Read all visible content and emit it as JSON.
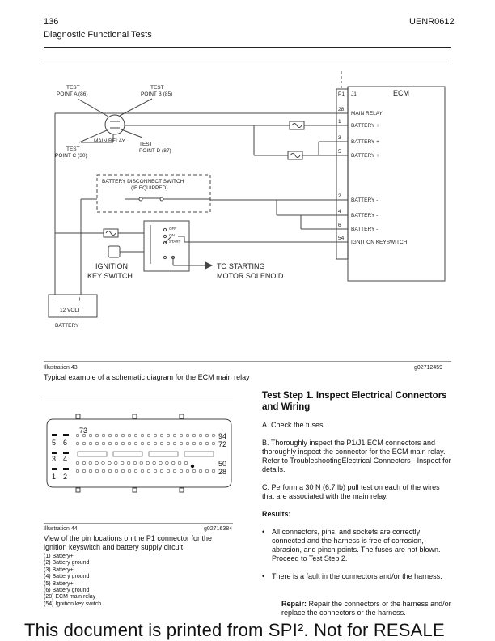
{
  "header": {
    "page_number": "136",
    "doc_id": "UENR0612",
    "section": "Diagnostic Functional Tests"
  },
  "diagram": {
    "labels": {
      "test_point_a": [
        "TEST",
        "POINT A (86)"
      ],
      "test_point_b": [
        "TEST",
        "POINT B (85)"
      ],
      "test_point_c": [
        "TEST",
        "POINT C (30)"
      ],
      "test_point_d": [
        "TEST",
        "POINT D (87)"
      ],
      "main_relay": "MAIN RELAY",
      "battery_disconnect": [
        "BATTERY DISCONNECT SWITCH",
        "(IF EQUIPPED)"
      ],
      "ignition": [
        "IGNITION",
        "KEY SWITCH"
      ],
      "starting": [
        "TO STARTING",
        "MOTOR SOLENOID"
      ],
      "battery": [
        "12 VOLT",
        "BATTERY"
      ],
      "ecm": "ECM",
      "p1": "P1",
      "j1": "J1",
      "switch_off": "OFF",
      "switch_on": "ON",
      "switch_start": "START",
      "battery_minus": "-",
      "battery_plus": "+"
    },
    "pins": [
      {
        "num": "28",
        "label": "MAIN RELAY"
      },
      {
        "num": "1",
        "label": "BATTERY +"
      },
      {
        "num": "3",
        "label": "BATTERY +"
      },
      {
        "num": "5",
        "label": "BATTERY +"
      },
      {
        "num": "2",
        "label": "BATTERY -"
      },
      {
        "num": "4",
        "label": "BATTERY -"
      },
      {
        "num": "6",
        "label": "BATTERY -"
      },
      {
        "num": "54",
        "label": "IGNITION KEYSWITCH"
      }
    ]
  },
  "illustration43": {
    "id": "Illustration 43",
    "code": "g02712459",
    "caption": "Typical example of a schematic diagram for the ECM main relay"
  },
  "illustration44": {
    "id": "Illustration 44",
    "code": "g02716384",
    "caption": "View of the pin locations on the P1 connector for the ignition keyswitch  and battery supply circuit",
    "connector_labels": {
      "n73": "73",
      "n94": "94",
      "n72": "72",
      "n50": "50",
      "n28": "28",
      "n5": "5",
      "n6": "6",
      "n3": "3",
      "n4": "4",
      "n1": "1",
      "n2": "2"
    },
    "legend": [
      "(1) Battery+",
      "(2) Battery ground",
      "(3) Battery+",
      "(4) Battery ground",
      "(5) Battery+",
      "(6) Battery ground",
      "(28) ECM main relay",
      "(54) Ignition key switch"
    ]
  },
  "test_step": {
    "title": "Test Step 1. Inspect Electrical Connectors and Wiring",
    "a": "A. Check the fuses.",
    "b": "B. Thoroughly inspect the P1/J1 ECM connectors and thoroughly inspect the connector for the ECM main relay. Refer to TroubleshootingElectrical Connectors - Inspect for details.",
    "c": "C. Perform a 30 N  (6.7 lb) pull test on each of the wires that are associated with the main relay.",
    "results_label": "Results:",
    "result1": "All connectors, pins, and sockets are correctly connected and the harness is free of corrosion, abrasion, and pinch points. The fuses are not blown. Proceed to Test Step 2.",
    "result2": "There is a fault in the connectors and/or the harness.",
    "repair_label": "Repair:",
    "repair_text": " Repair the connectors or the harness and/or replace the connectors or the harness."
  },
  "watermark": "This document is printed from SPI². Not for RESALE"
}
